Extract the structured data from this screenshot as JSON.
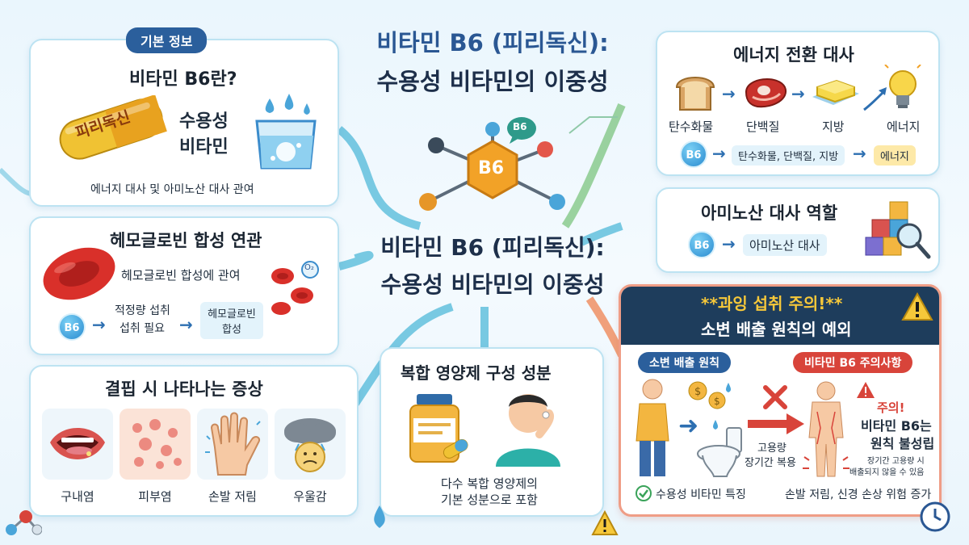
{
  "main_title": {
    "line1": "비타민 B6 (피리독신):",
    "line2": "수용성 비타민의 이중성"
  },
  "center_title": {
    "line1": "비타민 B6 (피리독신):",
    "line2": "수용성 비타민의 이중성"
  },
  "molecule_label": "B6",
  "molecule_bubble": "B6",
  "basic_info": {
    "pill": "기본 정보",
    "title": "비타민 B6란?",
    "capsule_text": "피리독신",
    "water_soluble_line1": "수용성",
    "water_soluble_line2": "비타민",
    "caption": "에너지 대사 및 아미노산 대사 관여"
  },
  "hemoglobin": {
    "title": "헤모글로빈 합성 연관",
    "involved": "헤모글로빈 합성에 관여",
    "b6": "B6",
    "step1_line1": "적정량 섭취",
    "step1_line2": "섭취 필요",
    "step2_line1": "헤모글로빈",
    "step2_line2": "합성",
    "o2": "O₂"
  },
  "deficiency": {
    "title": "결핍 시 나타나는 증상",
    "items": [
      "구내염",
      "피부염",
      "손발 저림",
      "우울감"
    ]
  },
  "multivitamin": {
    "title": "복합 영양제 구성 성분",
    "caption_line1": "다수 복합 영양제의",
    "caption_line2": "기본 성분으로 포함"
  },
  "energy": {
    "title": "에너지 전환 대사",
    "items": [
      "탄수화물",
      "단백질",
      "지방",
      "에너지"
    ],
    "b6": "B6",
    "flow_left": "탄수화물, 단백질, 지방",
    "flow_right": "에너지"
  },
  "amino": {
    "title": "아미노산 대사 역할",
    "b6": "B6",
    "tag": "아미노산 대사"
  },
  "warning": {
    "head_line1": "**과잉 섭취 주의!**",
    "head_line2": "소변 배출 원칙의 예외",
    "left_pill": "소변 배출 원칙",
    "right_pill": "비타민 B6 주의사항",
    "dose_line1": "고용량",
    "dose_line2": "장기간 복용",
    "left_check": "수용성 비타민 특징",
    "caution": "주의!",
    "rule_line1": "비타민 B6는",
    "rule_line2": "원칙 불성립",
    "small_line1": "장기간 고용량 시",
    "small_line2": "배출되지 않을 수 있음",
    "bottom": "손발 저림, 신경 손상 위험 증가"
  },
  "colors": {
    "accent_blue": "#2b5f9c",
    "warning_red": "#d8443a",
    "connector_teal": "#4fb8d8",
    "connector_green": "#7cc47f",
    "connector_orange": "#ef8a5a"
  }
}
